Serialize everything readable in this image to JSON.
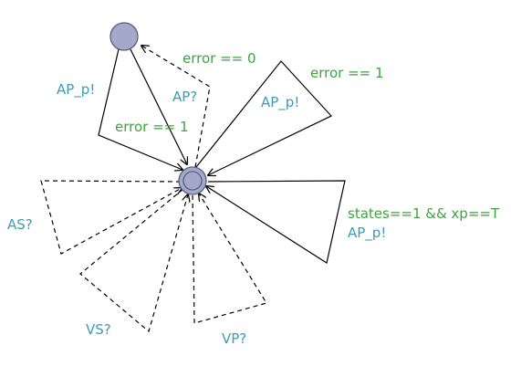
{
  "colors": {
    "background": "#ffffff",
    "edge": "#000000",
    "location_fill": "#a4a9cc",
    "location_stroke": "#5a5e78",
    "guard_text": "#3fa33f",
    "sync_text": "#3a9cb5"
  },
  "locations": [
    {
      "id": "top-location",
      "kind": "normal"
    },
    {
      "id": "center-location",
      "kind": "initial"
    }
  ],
  "edges": [
    {
      "id": "edge-top-to-center-left",
      "style": "solid",
      "sync": "AP_p!",
      "guard": "error == 1"
    },
    {
      "id": "edge-center-to-top",
      "style": "dashed",
      "sync": "AP?",
      "guard": "error == 0"
    },
    {
      "id": "edge-loop-upper-right",
      "style": "solid",
      "sync": "AP_p!",
      "guard": "error == 1"
    },
    {
      "id": "edge-loop-right",
      "style": "solid",
      "sync": "AP_p!",
      "guard": "states==1 && xp==T"
    },
    {
      "id": "edge-loop-left",
      "style": "dashed",
      "sync": "AS?"
    },
    {
      "id": "edge-loop-lower-left",
      "style": "dashed",
      "sync": "VS?"
    },
    {
      "id": "edge-loop-lower",
      "style": "dashed",
      "sync": "VP?"
    }
  ]
}
